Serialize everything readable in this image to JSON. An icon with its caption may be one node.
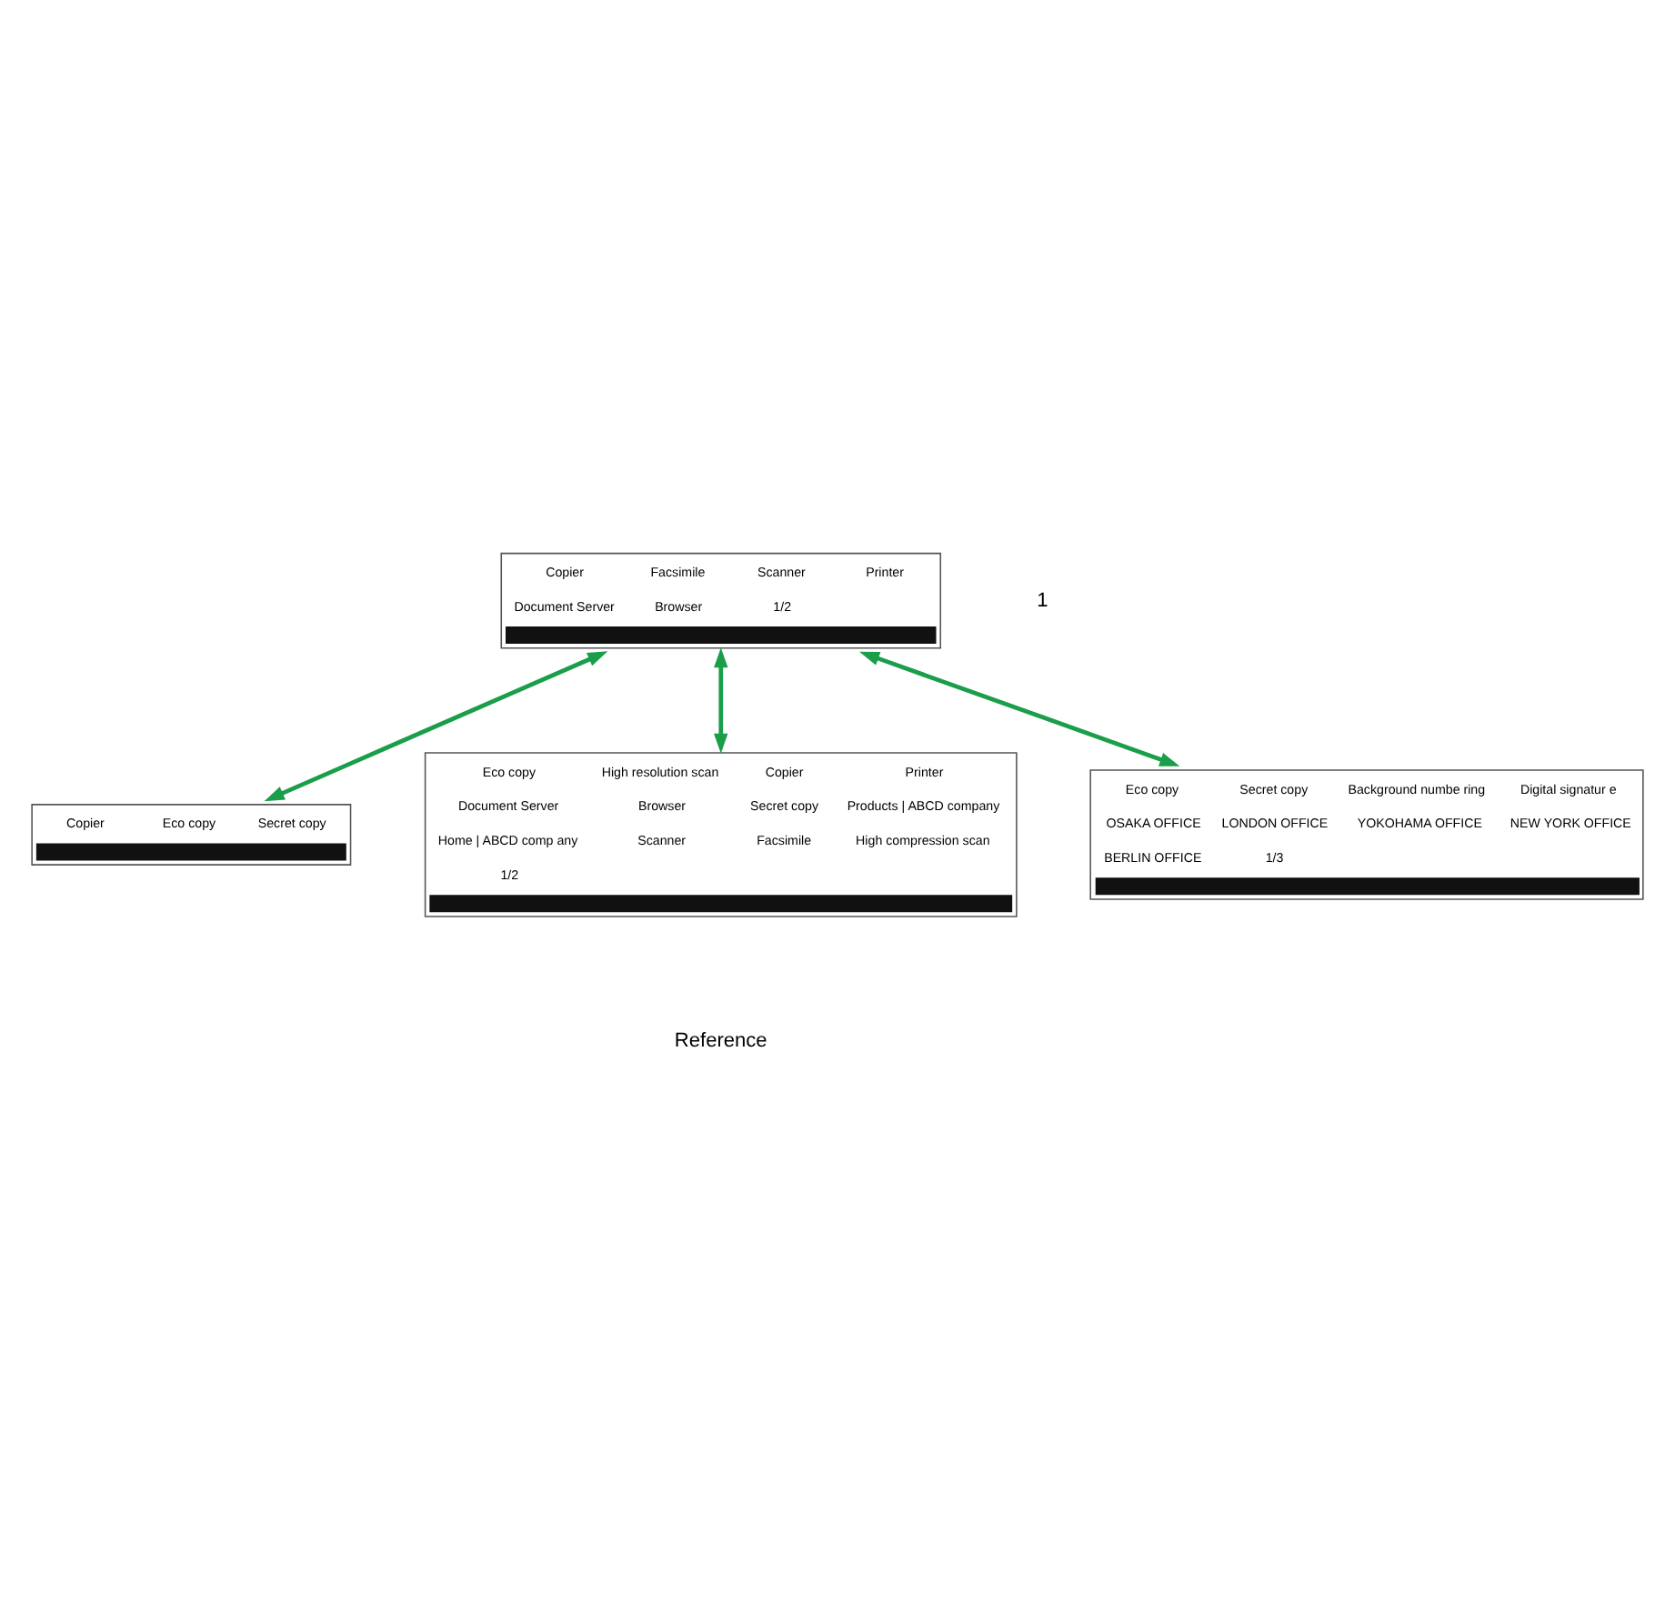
{
  "diagram": {
    "nodes": [
      {
        "text": [
          "Copier",
          "Facsimile",
          "Scanner",
          "Printer",
          "Document Server",
          "Browser",
          "1/2"
        ]
      },
      {
        "text": [
          "Copier",
          "Eco copy",
          "Secret copy"
        ]
      },
      {
        "text": [
          "Eco copy",
          "High resolution scan",
          "Copier",
          "Printer",
          "Document Server",
          "Browser",
          "Secret copy",
          "Products | ABCD company",
          "Home | ABCD comp any",
          "Scanner",
          "Facsimile",
          "High compression scan",
          "1/2"
        ]
      },
      {
        "text": [
          "Eco copy",
          "Secret copy",
          "Background numbe ring",
          "Digital signatur e",
          "OSAKA OFFICE",
          "LONDON OFFICE",
          "YOKOHAMA OFFICE",
          "NEW YORK OFFICE",
          "BERLIN OFFICE",
          "1/3"
        ]
      }
    ],
    "edges": [
      {
        "from": 0,
        "to": 1,
        "arrow": "both",
        "color": "#1a9e4a"
      },
      {
        "from": 0,
        "to": 2,
        "arrow": "both",
        "color": "#1a9e4a"
      },
      {
        "from": 0,
        "to": 3,
        "arrow": "both",
        "color": "#1a9e4a"
      }
    ],
    "labels": [
      "1",
      "Reference"
    ]
  }
}
